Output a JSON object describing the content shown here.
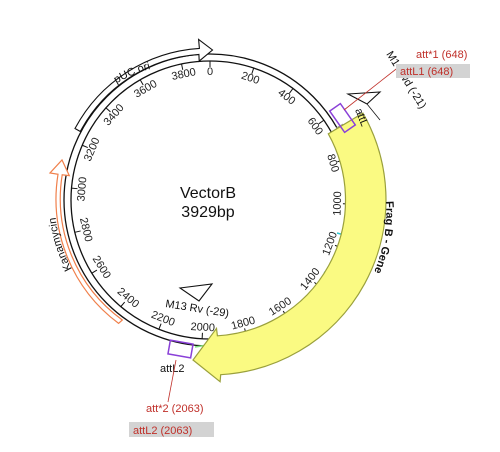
{
  "plasmid": {
    "name": "VectorB",
    "size_label": "3929bp",
    "length_bp": 3929,
    "ruler_ticks": [
      "0",
      "200",
      "400",
      "600",
      "800",
      "1000",
      "1200",
      "1400",
      "1600",
      "1800",
      "2000",
      "2200",
      "2400",
      "2600",
      "2800",
      "3000",
      "3200",
      "3400",
      "3600",
      "3800"
    ]
  },
  "features": {
    "puc_ori": {
      "label": "pUC ori",
      "color": "#000000"
    },
    "kanamycin": {
      "label": "Kanamycin",
      "color": "#f07f4a"
    },
    "frag_b": {
      "label": "Frag B - Gene",
      "color": "#fafa82",
      "outline": "#9aa03c"
    },
    "attl1": {
      "label": "attL",
      "color": "#8a40d8"
    },
    "attl2": {
      "label": "attL2",
      "color": "#8a40d8"
    },
    "m13_rv": {
      "label": "M13 Rv (-29)"
    },
    "m13_fwd": {
      "label": "M1 Fwd (-21)"
    },
    "orf_green": {
      "color": "#7de07d"
    },
    "orf_cyan": {
      "color": "#2ec9d0"
    }
  },
  "callouts": {
    "att1_star": "att*1 (648)",
    "attl1_pos": "attL1 (648)",
    "att2_star": "att*2 (2063)",
    "attl2_pos": "attL2 (2063)",
    "text_color": "#c0302a",
    "box_color": "#d3d3d3"
  }
}
